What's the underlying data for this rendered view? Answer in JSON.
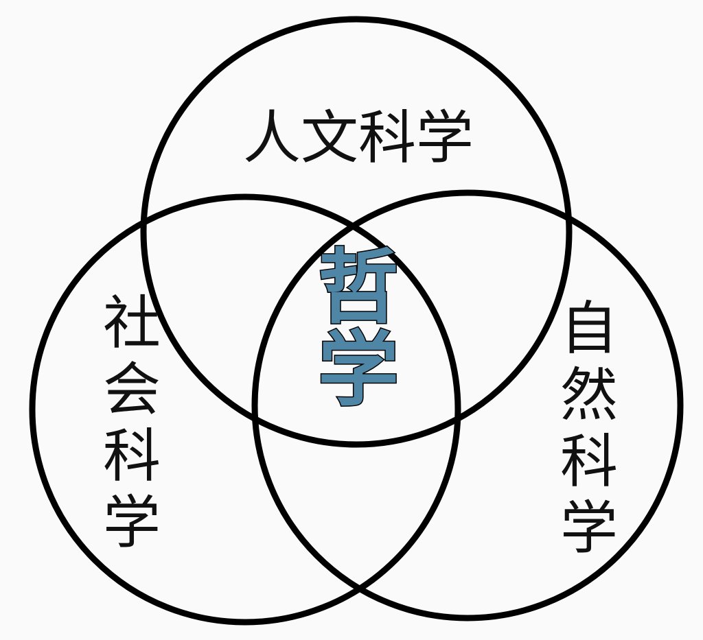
{
  "diagram": {
    "sets": [
      {
        "id": "humanities",
        "label": "人文科学"
      },
      {
        "id": "social",
        "label": "社会科学"
      },
      {
        "id": "natural",
        "label": "自然科学"
      }
    ],
    "center": {
      "label": "哲学"
    },
    "colors": {
      "background": "#fafafa",
      "circle_stroke": "#000000",
      "text": "#111111",
      "center_fill": "#4f86a6"
    }
  }
}
